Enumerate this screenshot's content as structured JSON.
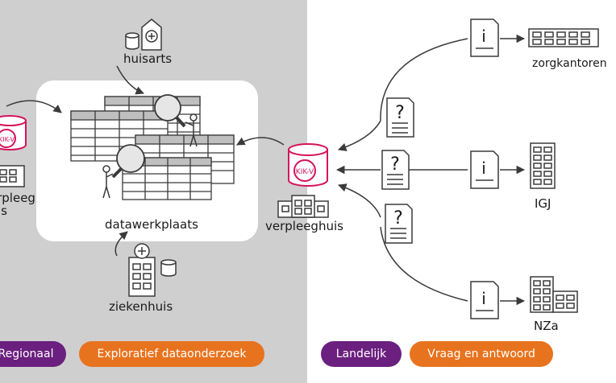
{
  "colors": {
    "left_panel_bg": "#cfcfcf",
    "workspace_bg": "#ffffff",
    "kikv_brand": "#d4145a",
    "regional_pill": "#6b1f7f",
    "national_pill": "#6b1f7f",
    "exploratory_pill": "#e8731e",
    "qa_pill": "#e8731e",
    "line": "#3a3a3a"
  },
  "nodes": {
    "huisarts": "huisarts",
    "verpleeghuis_left": "verpleeg huis",
    "datawerkplaats": "datawerkplaats",
    "ziekenhuis": "ziekenhuis",
    "verpleeghuis_center": "verpleeghuis",
    "zorgkantoren": "zorgkantoren",
    "igj": "IGJ",
    "nza": "NZa"
  },
  "logo_text": "KIK-V",
  "glyphs": {
    "question": "?",
    "info": "i"
  },
  "pills": {
    "regionaal": "Regionaal",
    "exploratief": "Exploratief dataonderzoek",
    "landelijk": "Landelijk",
    "vraag_antwoord": "Vraag en antwoord"
  },
  "icons": [
    "database-icon",
    "medical-cross-icon",
    "building-icon",
    "magnifier-icon",
    "person-icon",
    "table-icon",
    "document-icon",
    "arrow-icon"
  ]
}
